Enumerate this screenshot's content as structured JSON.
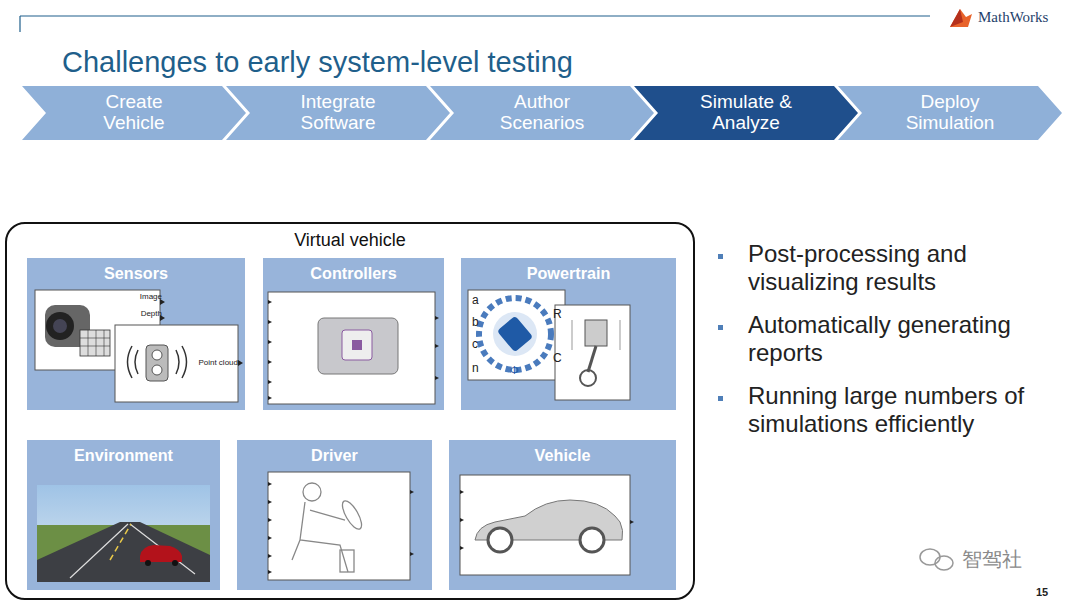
{
  "diagram": {
    "title": "Challenges to early system-level testing",
    "nodes": [
      {
        "text": [
          "Create Vehicle"
        ]
      },
      {
        "text": [
          "Integrate Software"
        ]
      },
      {
        "text": [
          "Author Scenarios"
        ]
      },
      {
        "text": [
          "Simulate & Analyze"
        ]
      },
      {
        "text": [
          "Deploy Simulation"
        ]
      },
      {
        "text": [
          "Virtual vehicle"
        ]
      },
      {
        "text": [
          "Sensors"
        ],
        "in": 5
      },
      {
        "text": [
          "Controllers"
        ],
        "in": 5
      },
      {
        "text": [
          "Powertrain"
        ],
        "in": 5
      },
      {
        "text": [
          "Environment"
        ],
        "in": 5
      },
      {
        "text": [
          "Driver"
        ],
        "in": 5
      },
      {
        "text": [
          "Vehicle"
        ],
        "in": 5
      }
    ],
    "labels": [
      "MathWorks",
      "Post-processing and visualizing results",
      "Automatically generating reports",
      "Running large numbers of simulations efficiently",
      "Image",
      "Depth",
      "Point cloud",
      "a",
      "b",
      "c",
      "n",
      "R",
      "C",
      "Φ",
      "智驾社",
      "15"
    ]
  }
}
